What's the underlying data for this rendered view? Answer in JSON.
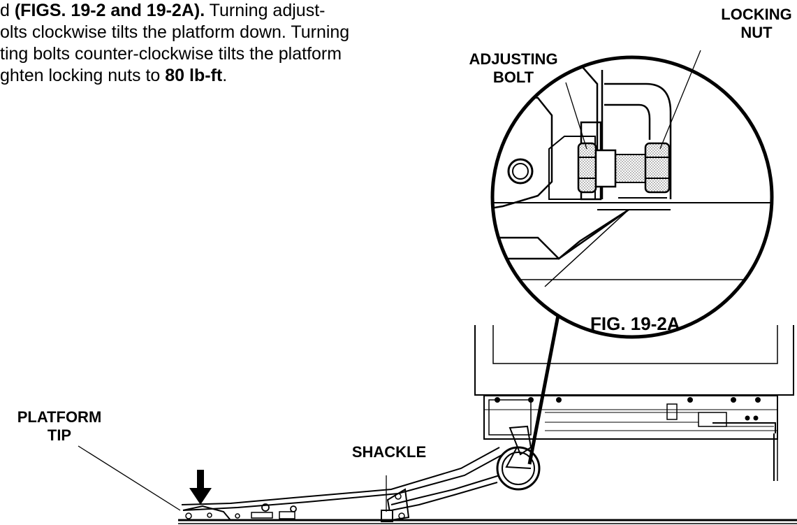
{
  "instructions": {
    "lines": [
      [
        {
          "text": "d ",
          "bold": false
        },
        {
          "text": "(FIGS. 19-2 and 19-2A).",
          "bold": true
        },
        {
          "text": " Turning adjust-",
          "bold": false
        }
      ],
      [
        {
          "text": "olts clockwise tilts the platform down. Turning",
          "bold": false
        }
      ],
      [
        {
          "text": "ting bolts counter-clockwise tilts the platform",
          "bold": false
        }
      ],
      [
        {
          "text": "ghten locking nuts to ",
          "bold": false
        },
        {
          "text": "80 lb-ft",
          "bold": true
        },
        {
          "text": ".",
          "bold": false
        }
      ]
    ]
  },
  "labels": {
    "locking_nut_line1": "LOCKING",
    "locking_nut_line2": "NUT",
    "adjusting_bolt_line1": "ADJUSTING",
    "adjusting_bolt_line2": "BOLT",
    "platform_tip_line1": "PLATFORM",
    "platform_tip_line2": "TIP",
    "shackle": "SHACKLE",
    "detail_figure": "FIG. 19-2A"
  },
  "colors": {
    "ink": "#000000",
    "paper": "#ffffff",
    "thread": "#9a9a9a"
  }
}
